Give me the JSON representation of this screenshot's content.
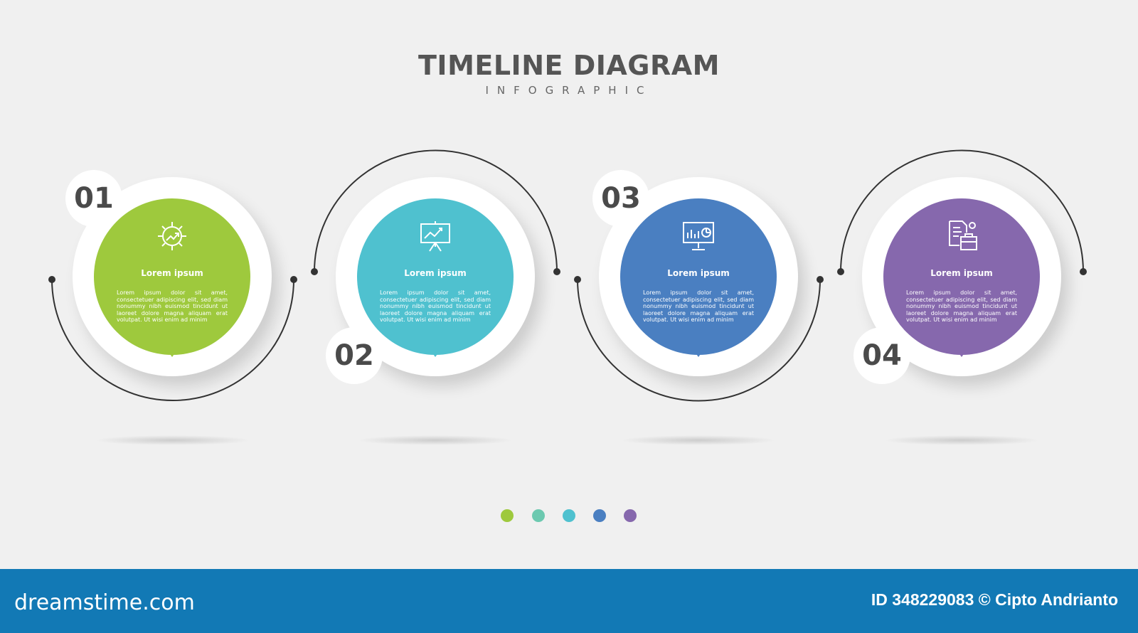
{
  "header": {
    "title": "TIMELINE DIAGRAM",
    "subtitle": "INFOGRAPHIC"
  },
  "steps": [
    {
      "number": "01",
      "title": "Lorem ipsum",
      "body": "Lorem ipsum dolor sit amet, consectetuer adipiscing elit, sed diam nonummy nibh euismod tincidunt ut laoreet dolore magna aliquam erat volutpat. Ut wisi enim ad minim",
      "color": "#9ec93d",
      "icon": "gear-growth-icon"
    },
    {
      "number": "02",
      "title": "Lorem ipsum",
      "body": "Lorem ipsum dolor sit amet, consectetuer adipiscing elit, sed diam nonummy nibh euismod tincidunt ut laoreet dolore magna aliquam erat volutpat. Ut wisi enim ad minim",
      "color": "#4fc1cf",
      "icon": "presentation-chart-icon"
    },
    {
      "number": "03",
      "title": "Lorem ipsum",
      "body": "Lorem ipsum dolor sit amet, consectetuer adipiscing elit, sed diam nonummy nibh euismod tincidunt ut laoreet dolore magna aliquam erat volutpat. Ut wisi enim ad minim",
      "color": "#4a7fc1",
      "icon": "monitor-analytics-icon"
    },
    {
      "number": "04",
      "title": "Lorem ipsum",
      "body": "Lorem ipsum dolor sit amet, consectetuer adipiscing elit, sed diam nonummy nibh euismod tincidunt ut laoreet dolore magna aliquam erat volutpat. Ut wisi enim ad minim",
      "color": "#8668ad",
      "icon": "documents-briefcase-icon"
    }
  ],
  "legend_dot_colors": [
    "#9ec93d",
    "#6cc9b0",
    "#4fc1cf",
    "#4a7fc1",
    "#8668ad"
  ],
  "footer": {
    "brand": "dreamstime.com",
    "credit": "ID 348229083 © Cipto Andrianto"
  }
}
